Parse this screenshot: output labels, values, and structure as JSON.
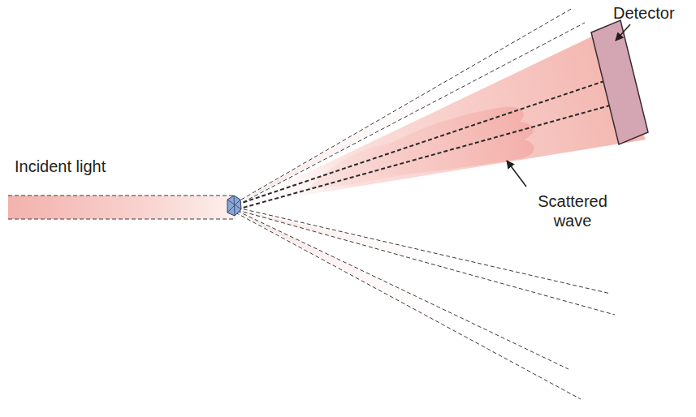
{
  "diagram": {
    "labels": [
      "Detector",
      "Incident light",
      "Scattered wave"
    ]
  }
}
